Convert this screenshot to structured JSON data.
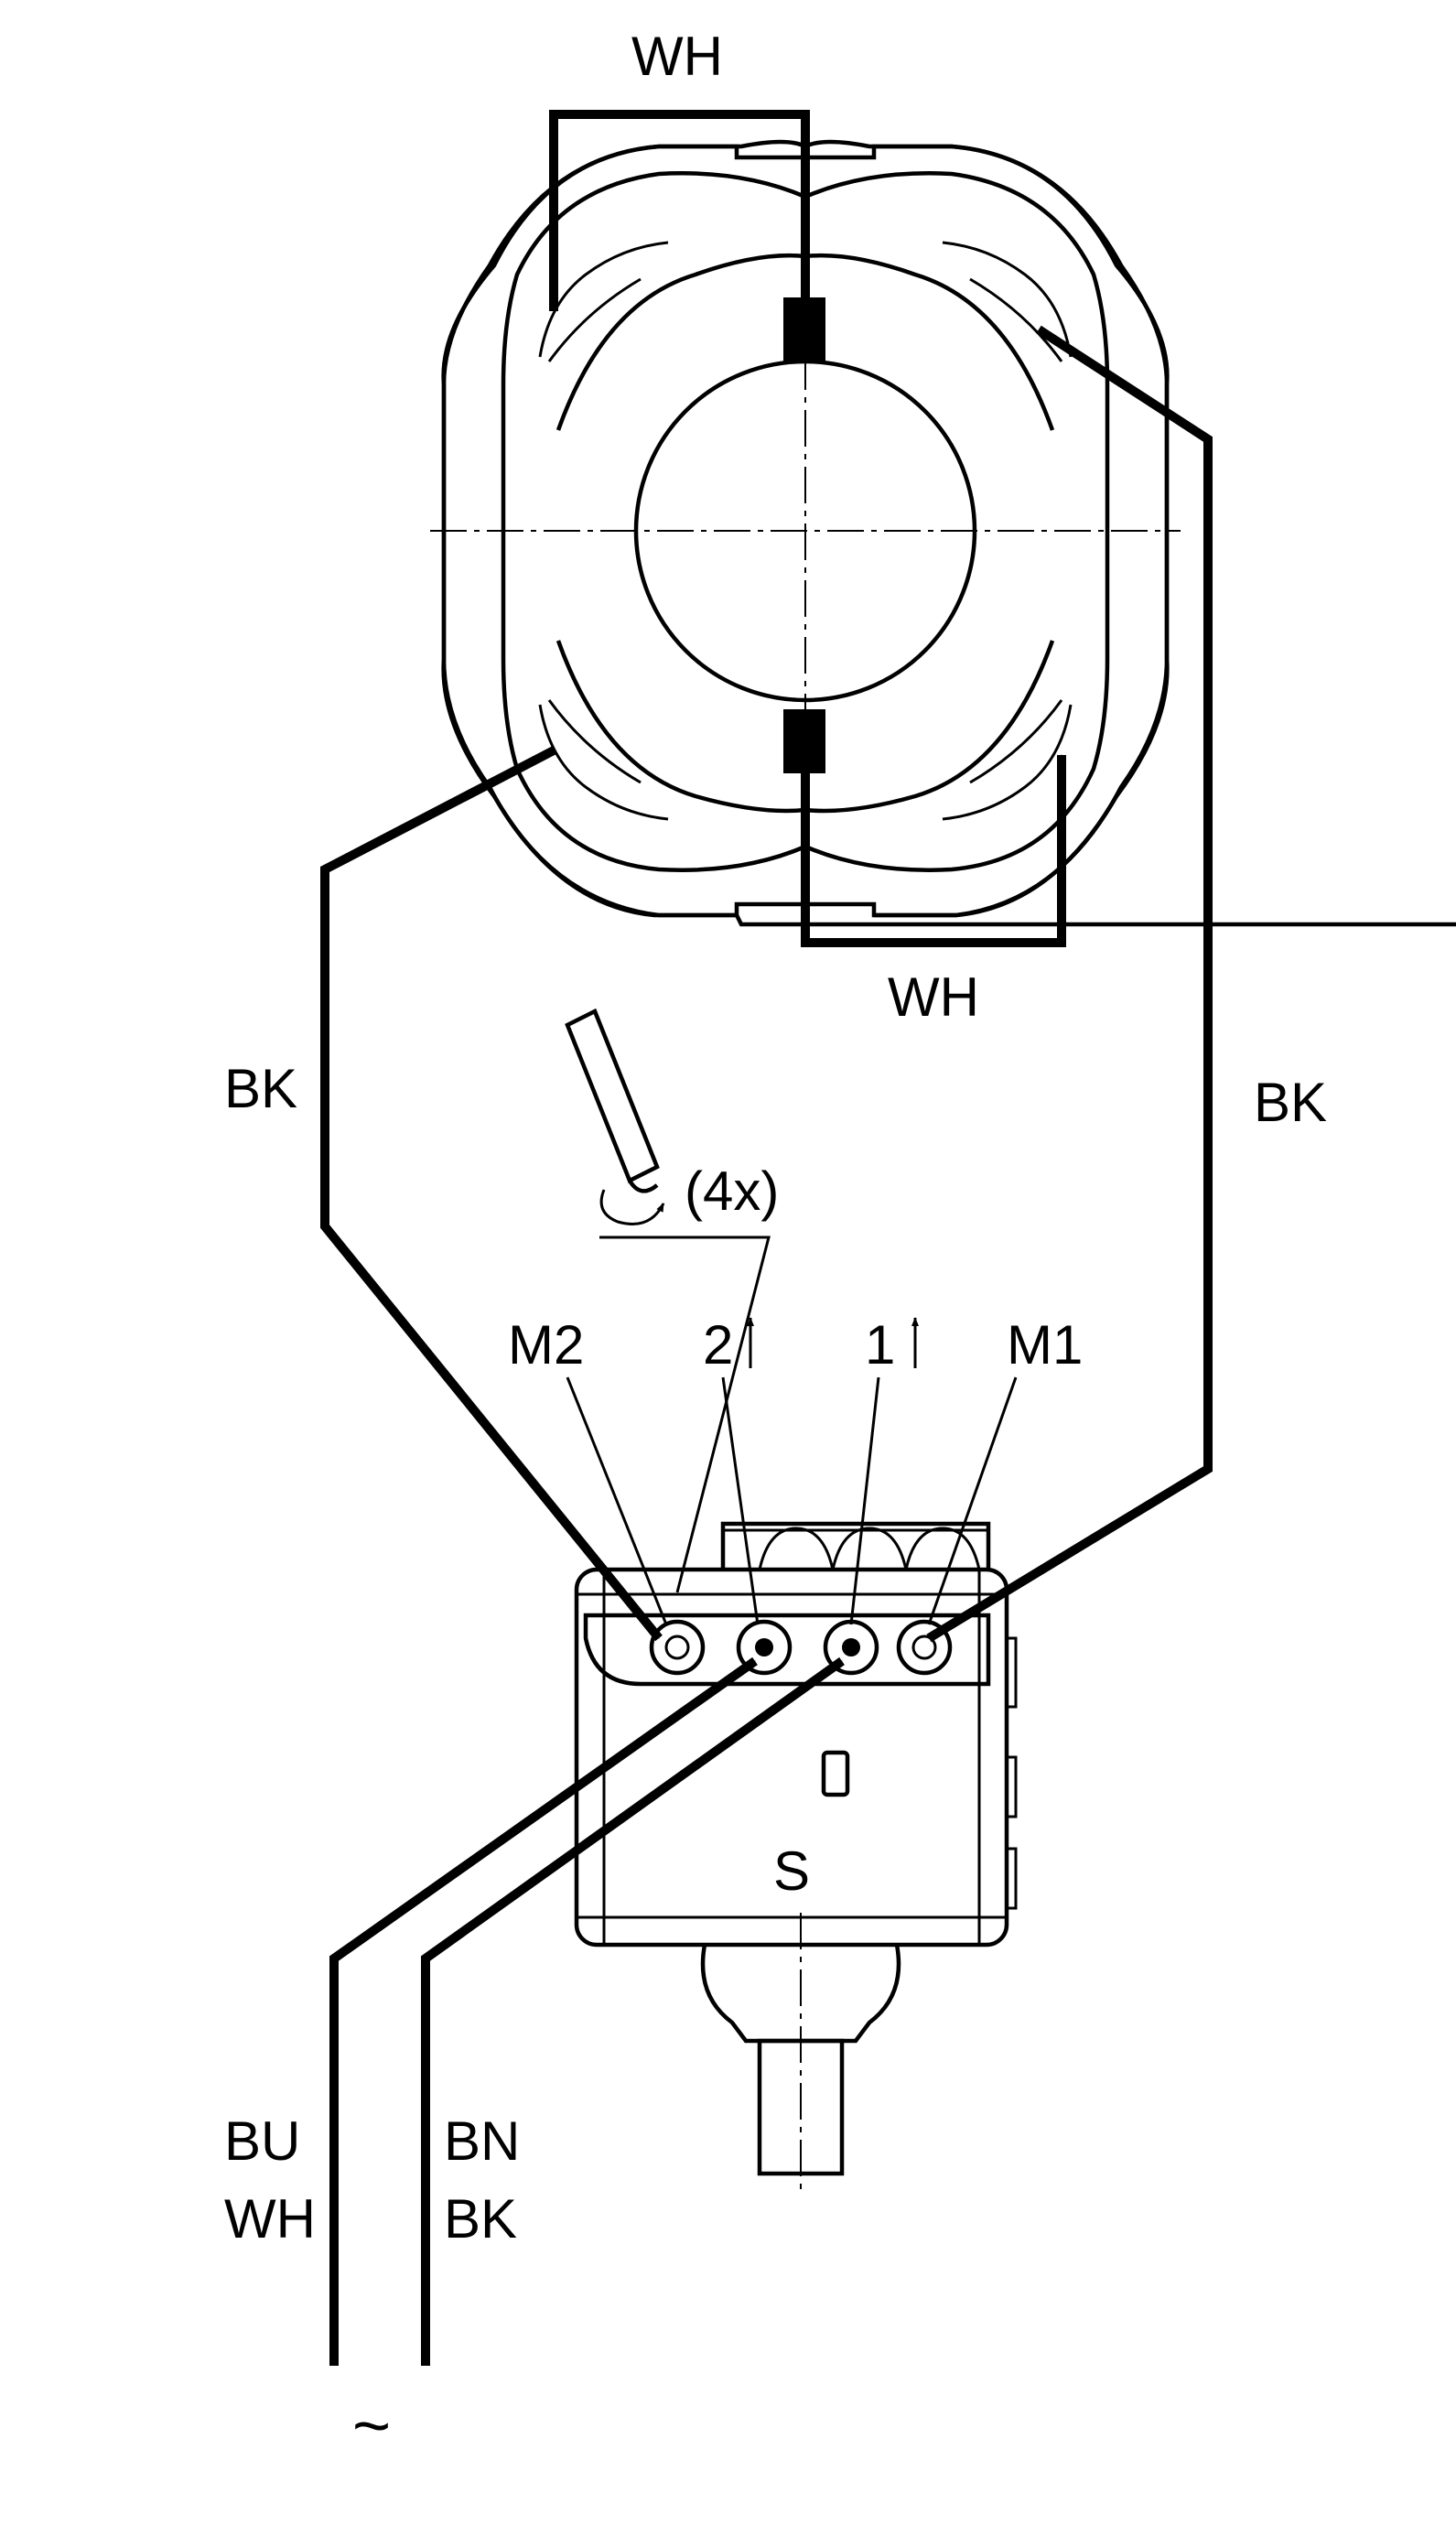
{
  "labels": {
    "wh_top": "WH",
    "wh_bottom": "WH",
    "bk_left": "BK",
    "bk_right": "BK",
    "count": "(4x)",
    "m2": "M2",
    "t2": "2",
    "t1": "1",
    "m1": "M1",
    "s": "S",
    "bu": "BU",
    "wh_lead": "WH",
    "bn": "BN",
    "bk_lead": "BK",
    "ac": "~"
  }
}
